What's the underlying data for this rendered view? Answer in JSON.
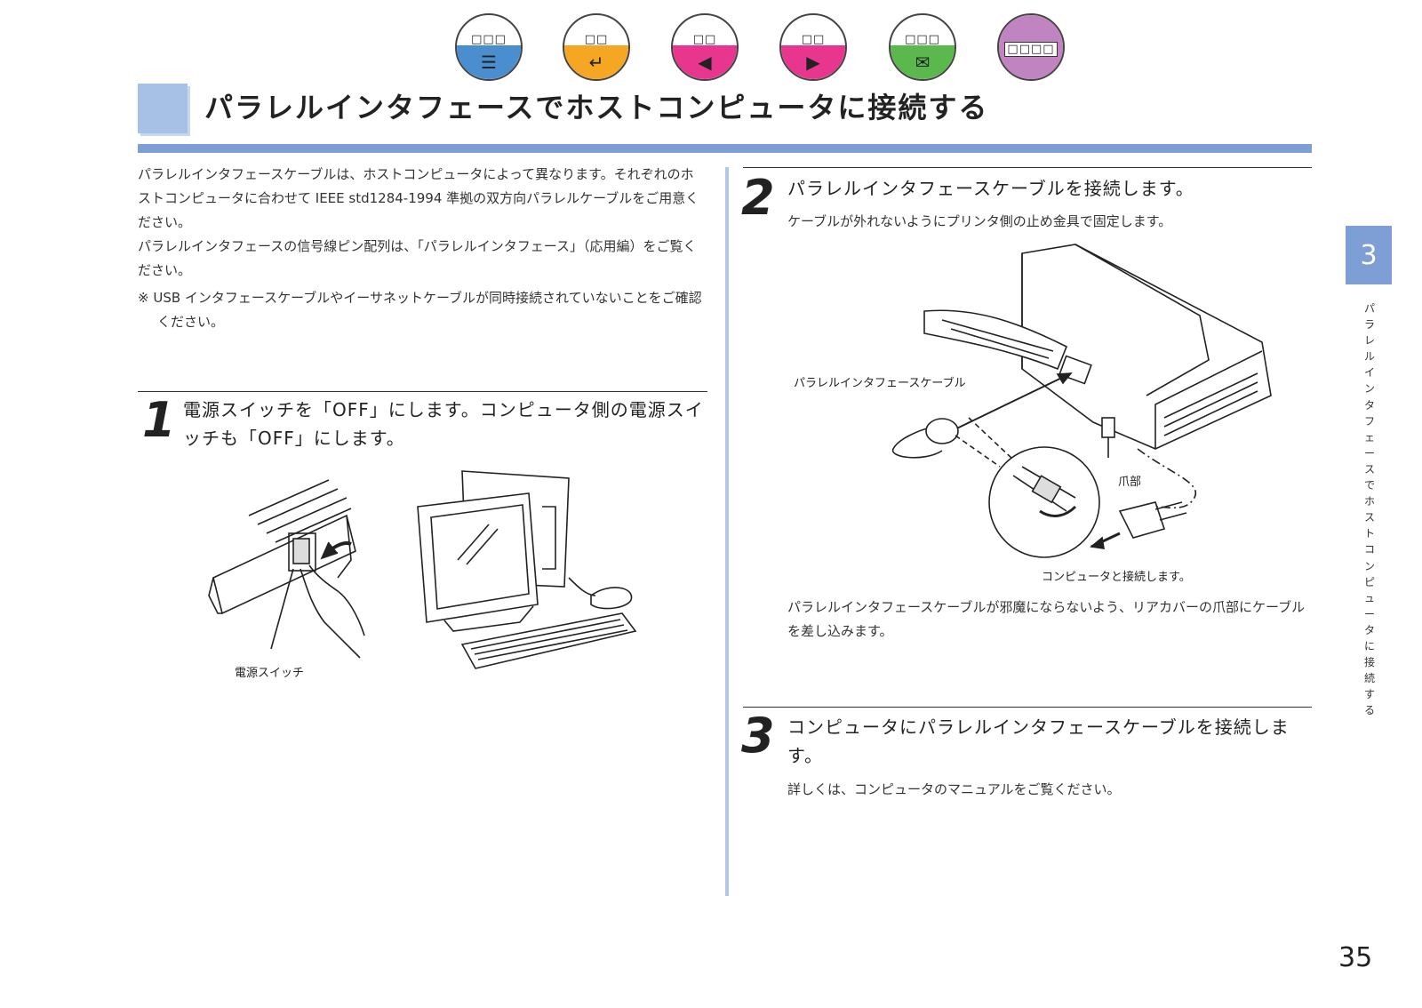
{
  "nav": {
    "buttons": [
      {
        "label": "□□□",
        "icon": "document-icon",
        "glyph": "☰",
        "color": "#4a8ed0"
      },
      {
        "label": "□□",
        "icon": "return-icon",
        "glyph": "↵",
        "color": "#f5a623"
      },
      {
        "label": "□□",
        "icon": "arrow-left-icon",
        "glyph": "◀",
        "color": "#e8368f"
      },
      {
        "label": "□□",
        "icon": "arrow-right-icon",
        "glyph": "▶",
        "color": "#e8368f"
      },
      {
        "label": "□□□",
        "icon": "book-icon",
        "glyph": "✉",
        "color": "#5bb84c"
      },
      {
        "label": "□□□□",
        "icon": "index-icon",
        "glyph": "",
        "color": "#c084c0"
      }
    ]
  },
  "page": {
    "title": "パラレルインタフェースでホストコンピュータに接続する",
    "side_tab_number": "3",
    "side_text": "パラレルインタフェースでホストコンピュータに接続する",
    "page_number": "35"
  },
  "intro": {
    "p1": "パラレルインタフェースケーブルは、ホストコンピュータによって異なります。それぞれのホストコンピュータに合わせて IEEE std1284-1994 準拠の双方向パラレルケーブルをご用意ください。",
    "p2": "パラレルインタフェースの信号線ピン配列は、「パラレルインタフェース」（応用編）をご覧ください。",
    "note": "※ USB インタフェースケーブルやイーサネットケーブルが同時接続されていないことをご確認ください。"
  },
  "steps": [
    {
      "number": "1",
      "text": "電源スイッチを「OFF」にします。コンピュータ側の電源スイッチも「OFF」にします。",
      "detail": ""
    },
    {
      "number": "2",
      "text": "パラレルインタフェースケーブルを接続します。",
      "detail": "ケーブルが外れないようにプリンタ側の止め金具で固定します。"
    },
    {
      "number": "3",
      "text": "コンピュータにパラレルインタフェースケーブルを接続します。",
      "detail": "詳しくは、コンピュータのマニュアルをご覧ください。"
    }
  ],
  "figures": {
    "power_switch_label": "電源スイッチ",
    "cable_label": "パラレルインタフェースケーブル",
    "claw_label": "爪部",
    "connect_label": "コンピュータと接続します。"
  },
  "step2_after": "パラレルインタフェースケーブルが邪魔にならないよう、リアカバーの爪部にケーブルを差し込みます。"
}
